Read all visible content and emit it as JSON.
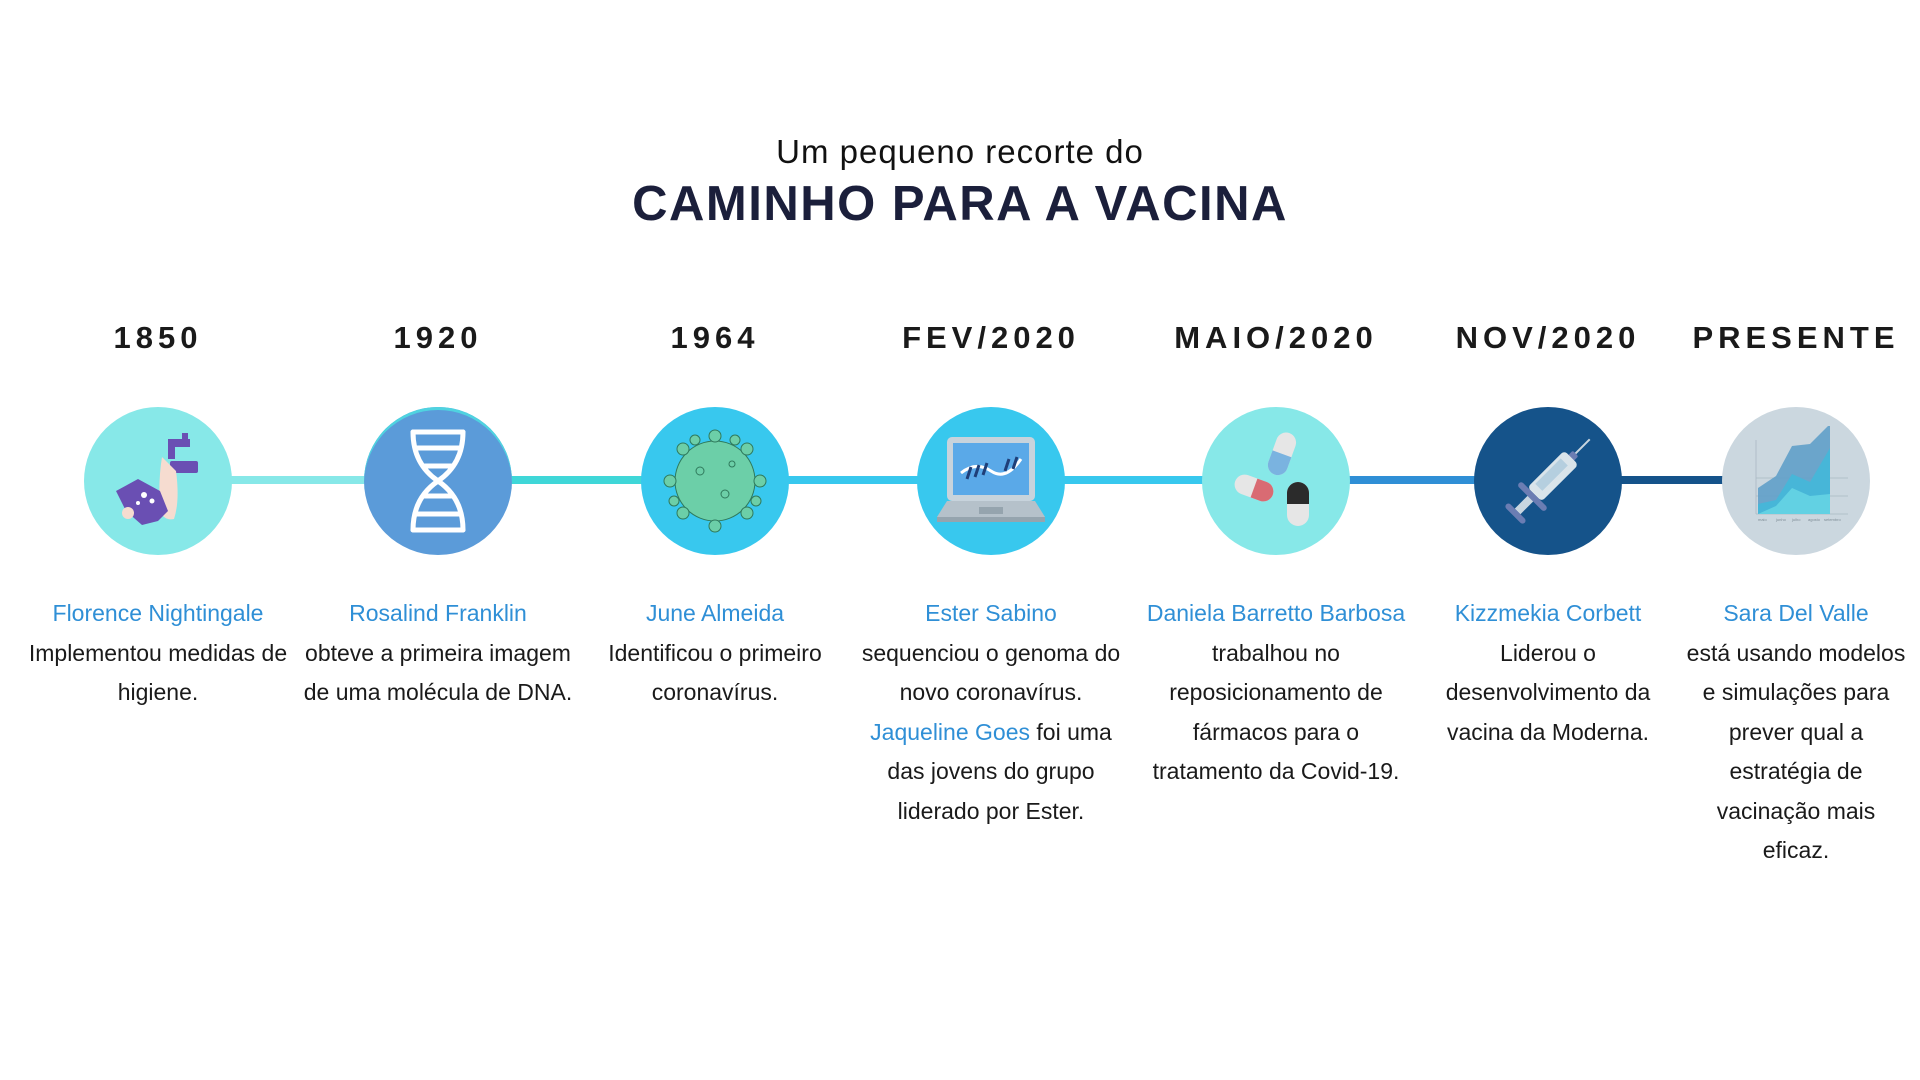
{
  "header": {
    "subtitle": "Um pequeno recorte do",
    "title": "CAMINHO PARA A VACINA"
  },
  "colors": {
    "title": "#1b1f3b",
    "name_link": "#2f8fd6",
    "segments": [
      "#87e8e8",
      "#3fd7d8",
      "#38c8ee",
      "#38c8ee",
      "#2f8fd6",
      "#15538a"
    ]
  },
  "timeline": [
    {
      "year": "1850",
      "icon": "handwashing-icon",
      "circle_color": "#87e8e8",
      "name": "Florence Nightingale",
      "text": "Implementou medidas de higiene."
    },
    {
      "year": "1920",
      "icon": "dna-icon",
      "circle_color": "#5b9bd9",
      "name": "Rosalind Franklin",
      "text": "obteve a primeira imagem de uma molécula de DNA."
    },
    {
      "year": "1964",
      "icon": "coronavirus-icon",
      "circle_color": "#38c8ee",
      "name": "June Almeida",
      "text": "Identificou o primeiro coronavírus."
    },
    {
      "year": "FEV/2020",
      "icon": "laptop-dna-icon",
      "circle_color": "#38c8ee",
      "name": "Ester Sabino",
      "text": "sequenciou o genoma do novo coronavírus.",
      "name2": "Jaqueline Goes",
      "text2": "foi uma das jovens do grupo liderado por Ester."
    },
    {
      "year": "MAIO/2020",
      "icon": "pills-icon",
      "circle_color": "#87e8e8",
      "name": "Daniela Barretto Barbosa",
      "text": "trabalhou no reposicionamento de fármacos para o tratamento da Covid-19."
    },
    {
      "year": "NOV/2020",
      "icon": "syringe-icon",
      "circle_color": "#15538a",
      "name": "Kizzmekia Corbett",
      "text": "Liderou o desenvolvimento da vacina da Moderna."
    },
    {
      "year": "PRESENTE",
      "icon": "area-chart-icon",
      "circle_color": "#cbd7df",
      "name": "Sara Del Valle",
      "text": "está usando modelos e simulações para prever qual a estratégia de vacinação mais eficaz."
    }
  ]
}
